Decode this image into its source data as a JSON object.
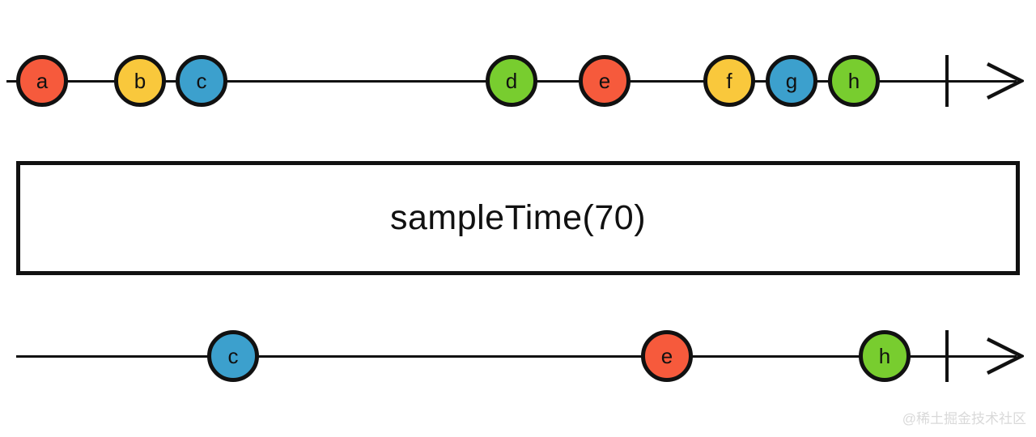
{
  "diagram": {
    "operator": {
      "label": "sampleTime(70)"
    },
    "palette": {
      "red": "#f65a3c",
      "yellow": "#f9c83c",
      "blue": "#3ca0cd",
      "green": "#78cd2f",
      "line": "#111111"
    },
    "source_stream": {
      "marbles": [
        {
          "label": "a",
          "color": "red"
        },
        {
          "label": "b",
          "color": "yellow"
        },
        {
          "label": "c",
          "color": "blue"
        },
        {
          "label": "d",
          "color": "green"
        },
        {
          "label": "e",
          "color": "red"
        },
        {
          "label": "f",
          "color": "yellow"
        },
        {
          "label": "g",
          "color": "blue"
        },
        {
          "label": "h",
          "color": "green"
        }
      ]
    },
    "output_stream": {
      "marbles": [
        {
          "label": "c",
          "color": "blue"
        },
        {
          "label": "e",
          "color": "red"
        },
        {
          "label": "h",
          "color": "green"
        }
      ]
    },
    "watermark": "@稀土掘金技术社区"
  }
}
